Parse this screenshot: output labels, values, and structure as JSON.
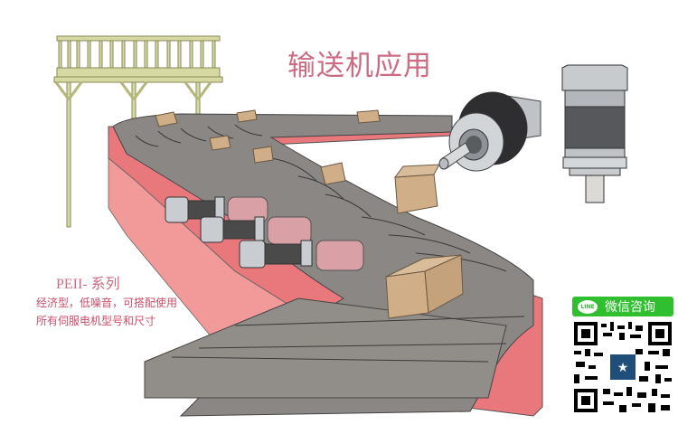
{
  "banner": {
    "title": "输送机应用",
    "series_label": "PEII- 系列",
    "description_line1": "经济型，低噪音，可搭配使用",
    "description_line2": "所有伺服电机型号和尺寸"
  },
  "contact": {
    "button_label": "微信咨询",
    "line_badge": "LINE",
    "qr_code": "wechat-qr-code"
  },
  "illustration": {
    "elements": [
      "wooden-railing-walkway",
      "curved-belt-conveyor",
      "cardboard-boxes",
      "gear-motor-drives",
      "planetary-gearbox-angled",
      "planetary-gearbox-front"
    ]
  },
  "colors": {
    "title_pink": "#cc6b82",
    "desc_pink": "#cc4e6a",
    "conveyor_red": "#e8787c",
    "belt_gray": "#8a8784",
    "box_tan": "#cfae88",
    "railing_green": "#d7d9a3",
    "wechat_green": "#2fbf2f"
  }
}
